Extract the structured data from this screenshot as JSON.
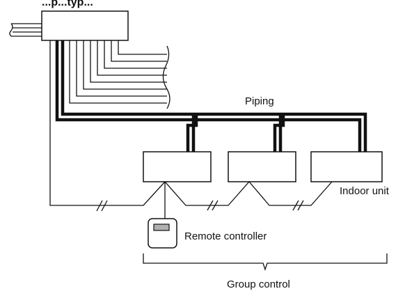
{
  "labels": {
    "title_fragment": "...p...typ...",
    "piping": "Piping",
    "indoor_unit": "Indoor unit",
    "remote_controller": "Remote controller",
    "group_control": "Group control"
  },
  "colors": {
    "line": "#111111",
    "background": "#ffffff",
    "screen_fill": "#b0b0b0"
  }
}
